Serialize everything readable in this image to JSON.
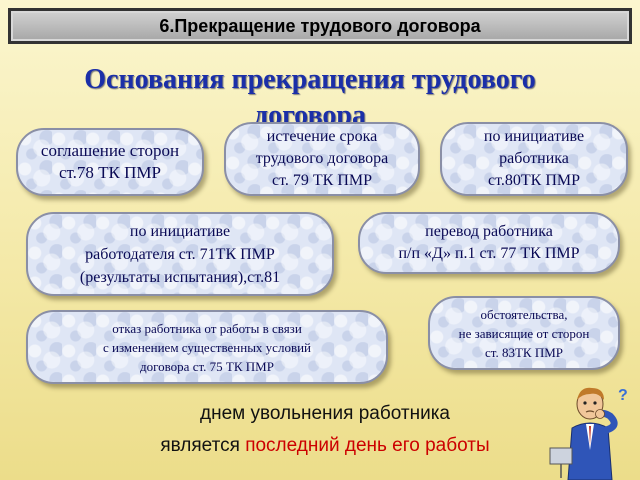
{
  "header": {
    "title": "6.Прекращение трудового договора"
  },
  "subtitle": "Основания прекращения трудового договора",
  "grounds": [
    {
      "text": "соглашение сторон\nст.78 ТК ПМР"
    },
    {
      "text": "истечение срока\nтрудового договора\nст. 79 ТК ПМР"
    },
    {
      "text": "по инициативе\nработника\nст.80ТК ПМР"
    },
    {
      "text": "по инициативе\nработодателя ст. 71ТК ПМР\n(результаты испытания),ст.81"
    },
    {
      "text": "перевод работника\nп/п «Д» п.1 ст. 77 ТК ПМР"
    },
    {
      "text": "обстоятельства,\nне зависящие от сторон\nст. 83ТК ПМР"
    },
    {
      "text": "отказ работника от работы в связи\nс изменением существенных условий\nдоговора ст. 75 ТК ПМР"
    }
  ],
  "footer": {
    "line1": "днем увольнения работника",
    "line2_prefix": "является",
    "line2_highlight": "последний день его работы"
  },
  "colors": {
    "subtitle": "#1b2fa8",
    "box_text": "#0a0a55",
    "highlight": "#cc0000",
    "background": "#f4e9a8"
  },
  "icons": {
    "decoration": "thinking-man-icon"
  }
}
